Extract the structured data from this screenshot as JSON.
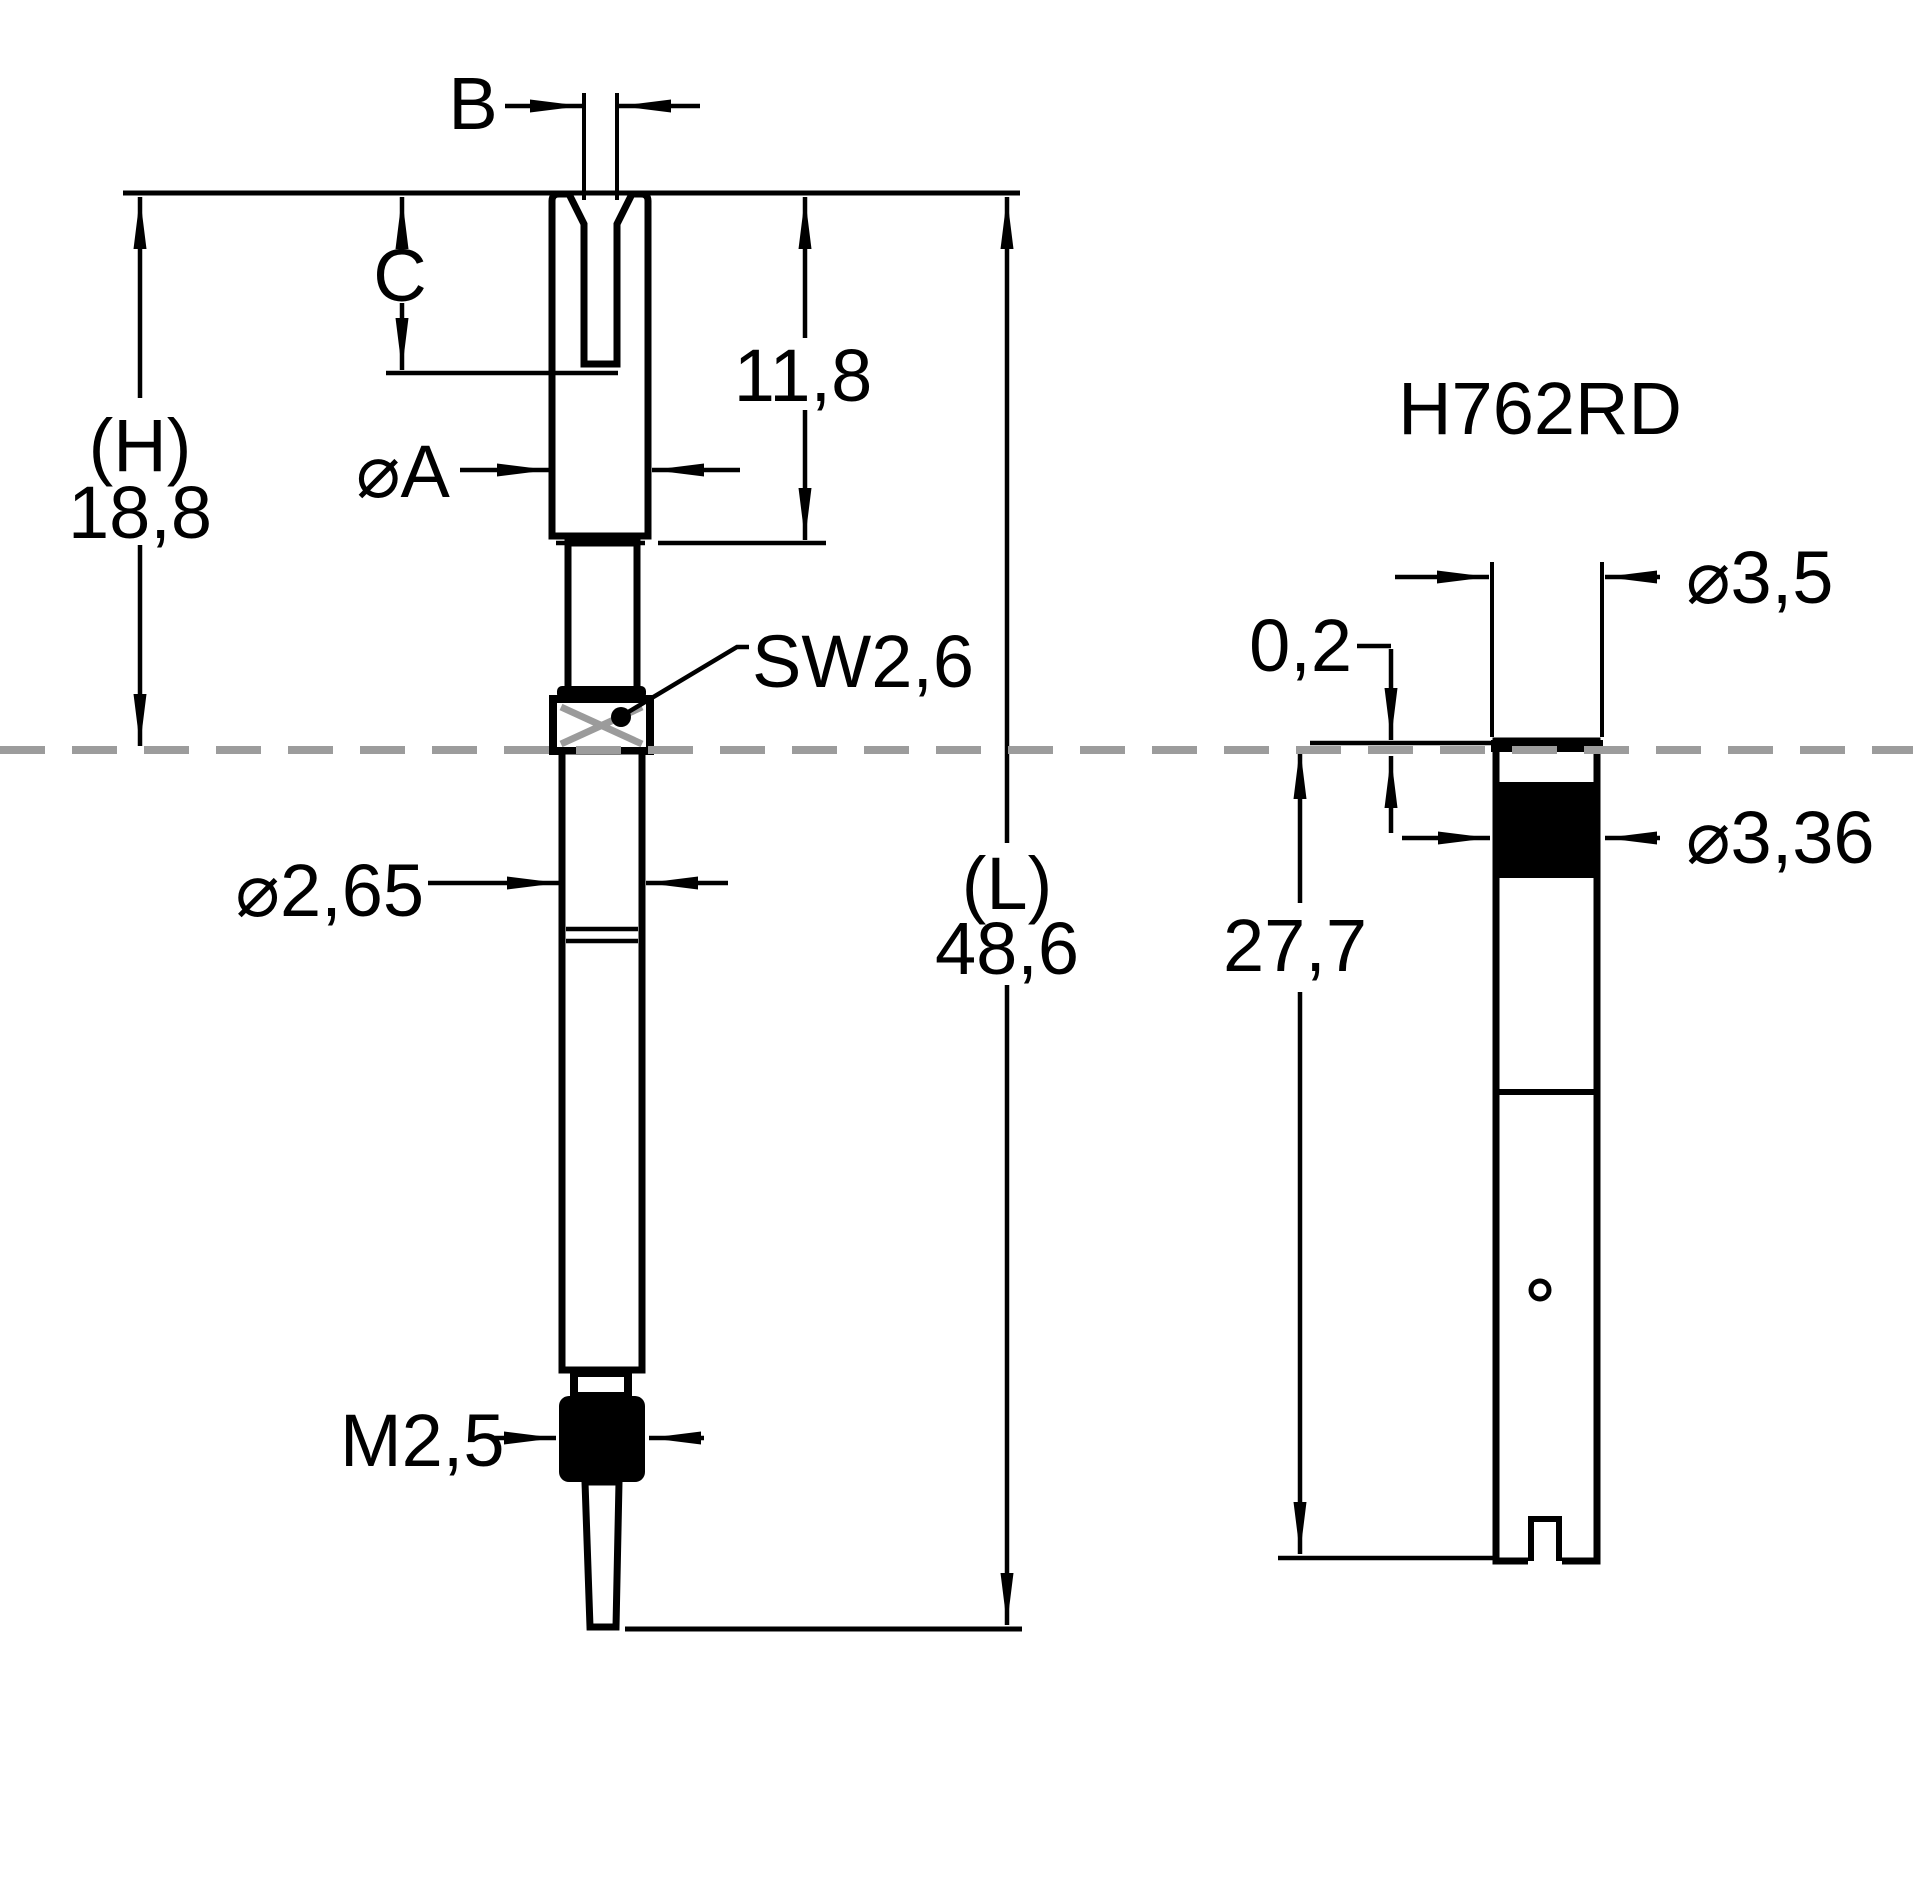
{
  "drawing": {
    "title": "H762RD",
    "dims": {
      "slot_width": "B",
      "slot_depth": "C",
      "height_label": "(H)",
      "height_value": "18,8",
      "tip_diameter": "⌀A",
      "head_length": "11,8",
      "wrench_size": "SW2,6",
      "barrel_diameter": "⌀2,65",
      "length_label": "(L)",
      "length_value": "48,6",
      "thread": "M2,5"
    },
    "receptacle": {
      "model": "H762RD",
      "flange_diameter": "⌀3,5",
      "protrusion": "0,2",
      "press_fit_diameter": "⌀3,36",
      "mount_depth": "27,7"
    },
    "colors": {
      "outline": "#000000",
      "centerline": "#9c9c9c",
      "knurl_cross": "#9b9b9b",
      "fill": "#ffffff"
    }
  }
}
